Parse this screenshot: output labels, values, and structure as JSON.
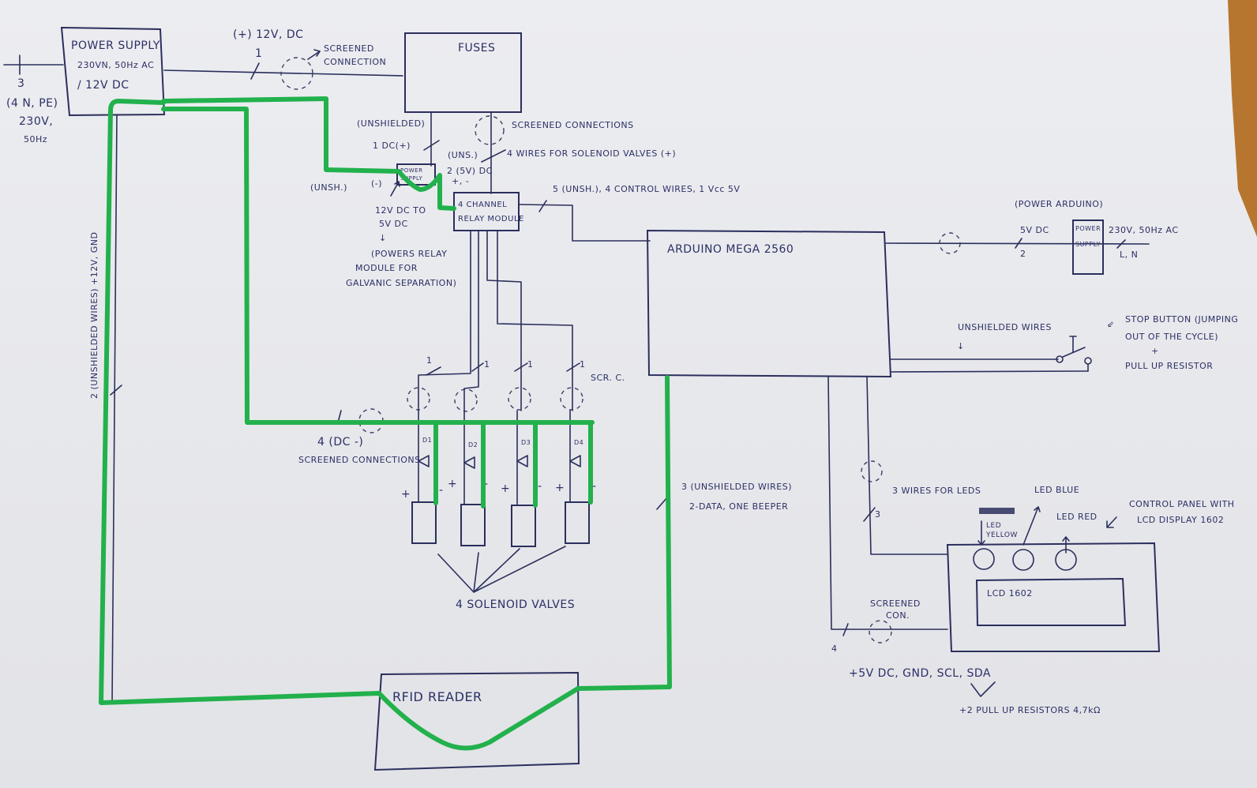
{
  "title": "Hand-drawn wiring diagram: Arduino Mega 2560 solenoid valve controller with RFID reader",
  "colors": {
    "ink": "#2b2f5c",
    "highlight": "#22b14c",
    "paper": "#e9e9ec",
    "desk": "#b7762f"
  },
  "components": {
    "main_psu": {
      "line1": "POWER SUPPLY",
      "line2": "230VN, 50Hz AC",
      "line3": "/ 12V DC"
    },
    "fuses": {
      "label": "FUSES"
    },
    "power_supply_small": {
      "line1": "POWER",
      "line2": "SUPPLY"
    },
    "relay_module": {
      "line1": "4 CHANNEL",
      "line2": "RELAY MODULE"
    },
    "arduino": {
      "label": "ARDUINO MEGA 2560"
    },
    "arduino_psu": {
      "line1": "POWER",
      "line2": "SUPPLY"
    },
    "rfid": {
      "label": "RFID READER"
    },
    "lcd": {
      "label": "LCD 1602"
    },
    "diodes": [
      "D1",
      "D2",
      "D3",
      "D4"
    ]
  },
  "labels": {
    "mains_count": "3",
    "mains_conductors": "(4 N, PE)",
    "mains_voltage": "230V,",
    "mains_freq": "50Hz",
    "dc_plus": "(+) 12V, DC",
    "dc_plus_count": "1",
    "screened_connection": "SCREENED CONNECTION",
    "unshielded": "(UNSHIELDED)",
    "dc_plus_one": "1 DC(+)",
    "screened_connections": "SCREENED CONNECTIONS",
    "solenoid_wires": "4 WIRES FOR SOLENOID VALVES (+)",
    "uns_short": "(UNS.)",
    "five_v_dc_two": "2 (5V) DC",
    "plus_minus": "+, -",
    "unsh_left": "(UNSH.)",
    "minus_left": "(-)",
    "conv_line1": "12V DC TO",
    "conv_line2": "5V DC",
    "conv_arrow": "↓",
    "conv_note1": "(POWERS RELAY",
    "conv_note2": "MODULE FOR",
    "conv_note3": "GALVANIC SEPARATION)",
    "control_wires": "5 (UNSH.), 4 CONTROL WIRES, 1 Vcc 5V",
    "power_arduino": "(POWER ARDUINO)",
    "arduino_5vdc": "5V DC",
    "arduino_5vdc_count": "2",
    "arduino_ac": "230V, 50Hz AC",
    "arduino_ac_cond": "L, N",
    "unshielded_wires": "UNSHIELDED WIRES",
    "stop_button1": "STOP BUTTON (JUMPING",
    "stop_button2": "OUT OF THE CYCLE)",
    "stop_plus": "+",
    "stop_button3": "PULL UP RESISTOR",
    "wire_one": "1",
    "scr_c": "SCR. C.",
    "dc_minus": "4 (DC -)",
    "screened_connections2": "SCREENED CONNECTIONS",
    "plus": "+",
    "minus": "-",
    "solenoid_valves": "4 SOLENOID VALVES",
    "rfid_wires1": "3 (UNSHIELDED WIRES)",
    "rfid_wires2": "2-DATA, ONE BEEPER",
    "psu_wires": "2 (UNSHIELDED WIRES) +12V, GND",
    "led_wires": "3 WIRES FOR LEDS",
    "led_wires_count": "3",
    "led_blue": "LED BLUE",
    "led_red": "LED RED",
    "led_yellow1": "LED",
    "led_yellow2": "YELLOW",
    "control_panel1": "CONTROL PANEL WITH",
    "control_panel2": "LCD DISPLAY 1602",
    "screened_con1": "SCREENED",
    "screened_con2": "CON.",
    "lcd_count": "4",
    "lcd_signals": "+5V DC, GND, SCL, SDA",
    "pullups": "+2 PULL UP RESISTORS 4,7kΩ"
  }
}
